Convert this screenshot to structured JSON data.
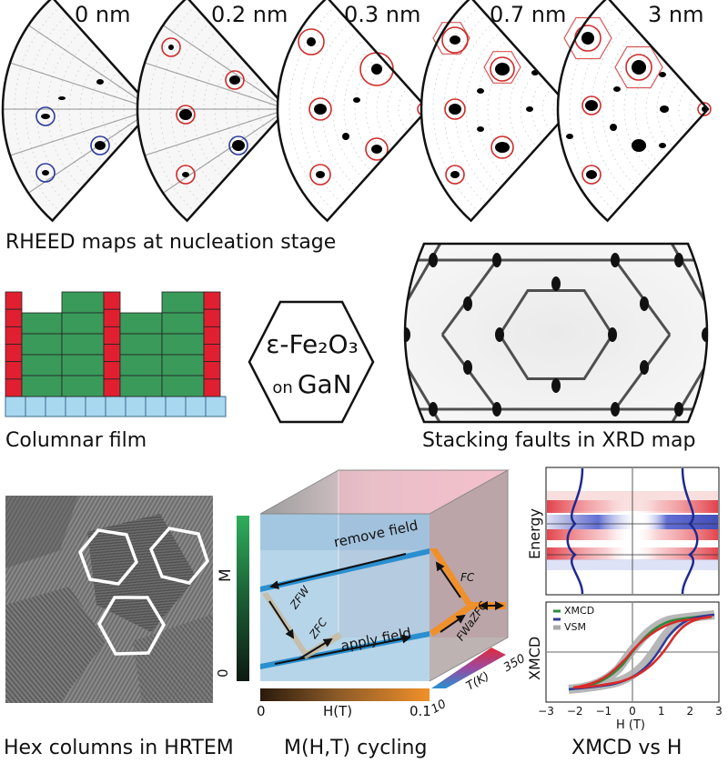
{
  "rheed": {
    "thicknesses": [
      "0 nm",
      "0.2 nm",
      "0.3 nm",
      "0.7 nm",
      "3 nm"
    ],
    "caption": "RHEED maps at nucleation stage"
  },
  "columnar": {
    "caption": "Columnar film"
  },
  "center_hex": {
    "line1": "ε-Fe₂O₃",
    "line2_small": "on",
    "line2_big": "GaN"
  },
  "xrd": {
    "caption": "Stacking faults in XRD map"
  },
  "hrtem": {
    "caption": "Hex columns in HRTEM"
  },
  "cycling": {
    "caption": "M(H,T) cycling",
    "m_axis_label": "M",
    "m_axis_zero": "0",
    "h_axis_label": "H(T)",
    "h_axis_min": "0",
    "h_axis_max": "0.1",
    "t_axis_label": "T(K)",
    "t_axis_min": "10",
    "t_axis_max": "350",
    "remove_field": "remove field",
    "apply_field": "apply field",
    "zfw": "ZFW",
    "zfc": "ZFC",
    "fc": "FC",
    "fwazfc": "FWaZFC",
    "colors": {
      "blue": "#2a8fd0",
      "orange": "#f0902a",
      "green": "#1e8c4a",
      "pink": "#f3b6c2"
    }
  },
  "xmcd": {
    "caption": "XMCD vs H",
    "energy_label": "Energy",
    "y_label": "XMCD",
    "x_label": "H (T)",
    "x_ticks": [
      "−3",
      "−2",
      "−1",
      "0",
      "1",
      "2",
      "3"
    ],
    "legend": [
      {
        "label": "XMCD",
        "color": "#2e8b3a"
      },
      {
        "label": "",
        "color": "#2e3a9a"
      },
      {
        "label": "VSM",
        "color": "#aaaaaa"
      }
    ]
  }
}
